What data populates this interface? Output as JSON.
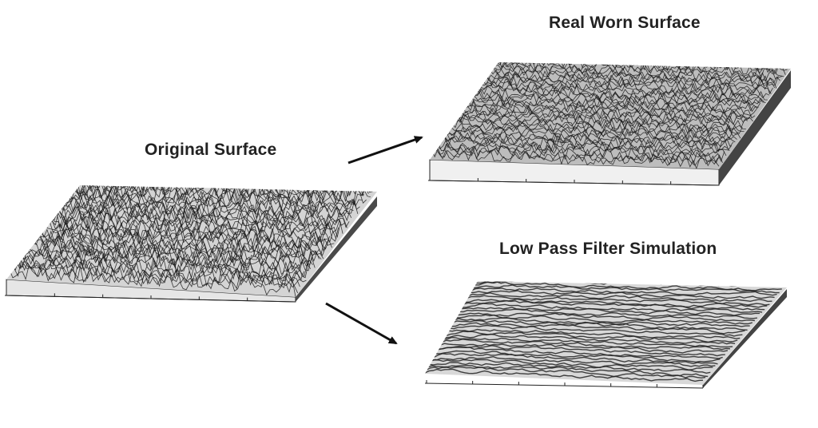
{
  "labels": {
    "original": "Original Surface",
    "worn": "Real Worn Surface",
    "lowpass": "Low Pass Filter Simulation"
  },
  "colors": {
    "surface_dark": "#1a1a1a",
    "surface_light": "#f2f2f2",
    "base_side": "#e8e8e8",
    "base_dark": "#333333",
    "arrow": "#111111"
  }
}
